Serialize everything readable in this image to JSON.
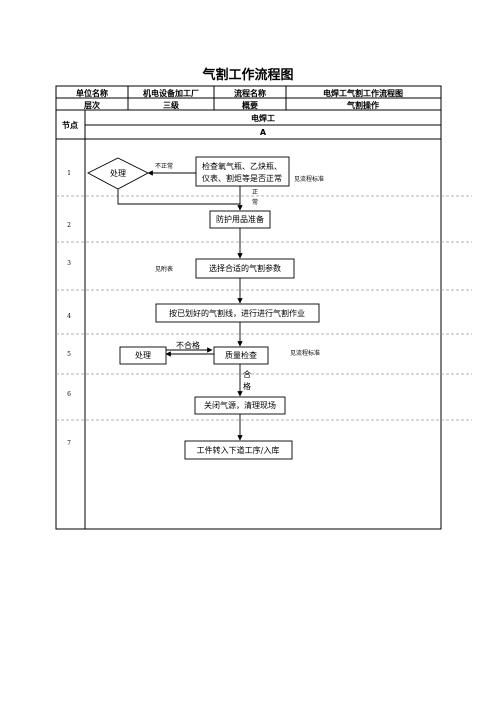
{
  "title": "气割工作流程图",
  "header": {
    "unit_label": "单位名称",
    "unit_value": "机电设备加工厂",
    "process_label": "流程名称",
    "process_value": "电焊工气割工作流程图",
    "level_label": "层次",
    "level_value": "三级",
    "summary_label": "概要",
    "summary_value": "气割操作",
    "node_label": "节点",
    "role": "电焊工",
    "lane": "A"
  },
  "rows": [
    "1",
    "2",
    "3",
    "4",
    "5",
    "6",
    "7"
  ],
  "boxes": {
    "check": [
      "检查氧气瓶、乙炔瓶、",
      "仪表、割炬等是否正常"
    ],
    "protect": "防护用品准备",
    "params": "选择合适的气割参数",
    "cut": "按已划好的气割线，进行进行气割作业",
    "inspect": "质量检查",
    "handle2": "处理",
    "close": "关闭气源，清理现场",
    "transfer": "工件转入下道工序/入库"
  },
  "decision": "处理",
  "labels": {
    "abnormal": "不正常",
    "normal": [
      "正",
      "常"
    ],
    "see_std_1": "见流程标准",
    "see_appendix": "见附表",
    "unqualified": "不合格",
    "see_std_2": "见流程标准",
    "qualified": [
      "合",
      "格"
    ]
  }
}
